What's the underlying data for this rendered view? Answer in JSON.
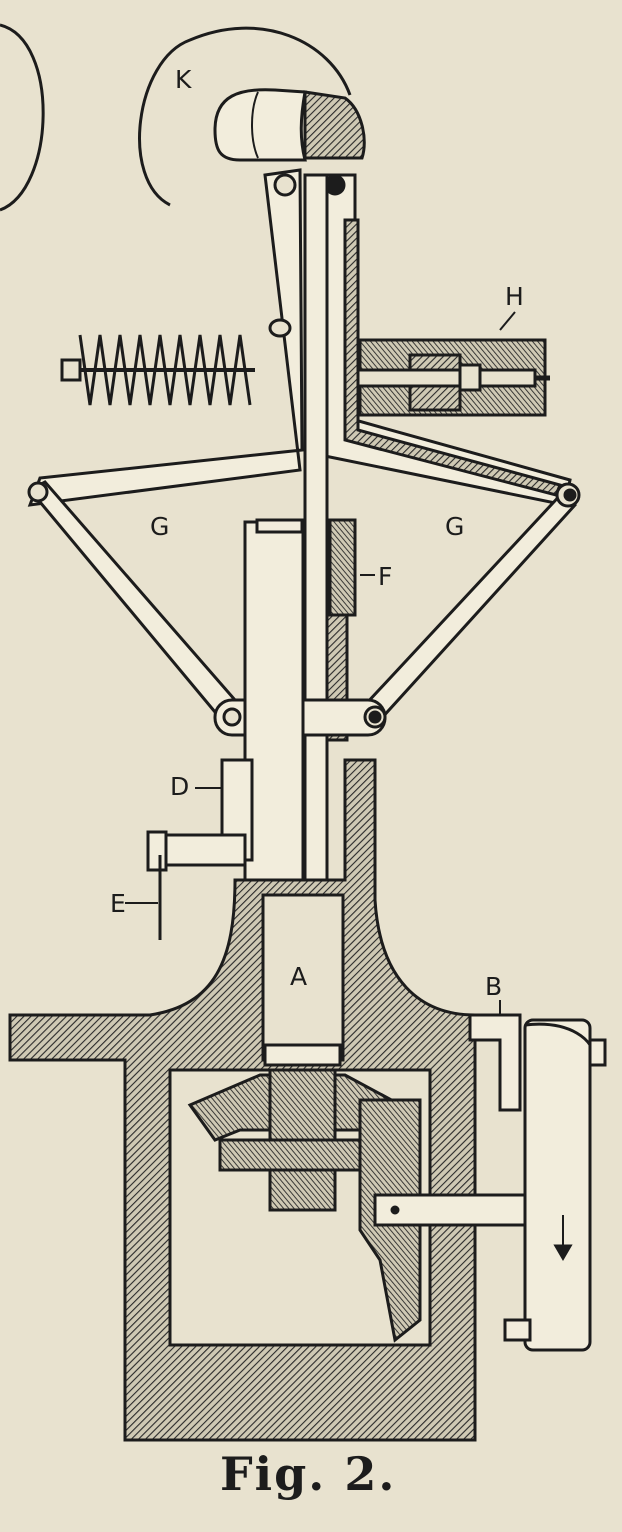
{
  "figure": {
    "caption": "Fig. 2.",
    "labels": {
      "K": "K",
      "H": "H",
      "G_left": "G",
      "G_right": "G",
      "F": "F",
      "D": "D",
      "E": "E",
      "A": "A",
      "B": "B"
    }
  },
  "colors": {
    "paper": "#e8e2cf",
    "ink": "#1c1c1c",
    "hatch": "#2a2a2a"
  }
}
